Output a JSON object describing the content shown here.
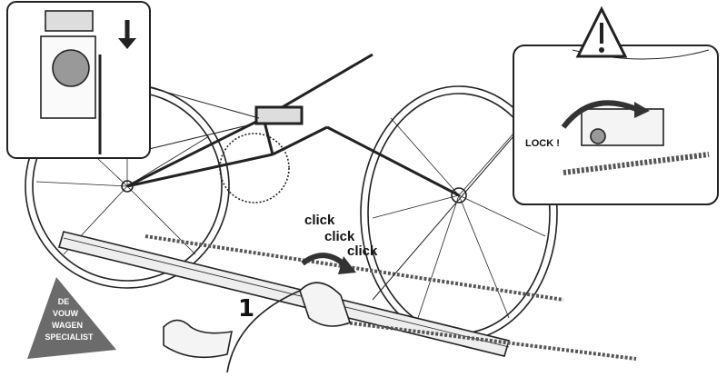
{
  "annotations": {
    "click_1": "click",
    "click_2": "click",
    "click_3": "click",
    "step_number": "1",
    "lock_label": "LOCK !"
  },
  "logo": {
    "text": "DE VOUW WAGEN SPECIALIST",
    "lines": [
      "DE",
      "VOUW",
      "WAGEN",
      "SPECIALIST"
    ],
    "color": "#6b6b6b"
  },
  "icons": [
    "down-arrow-icon",
    "warning-triangle-icon",
    "rotate-arrow-icon"
  ]
}
